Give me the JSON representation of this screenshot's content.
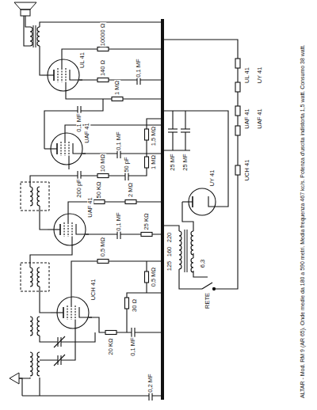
{
  "diagram": {
    "title": "ALTAR - Mod. RM 9 (AR 65). Onde medie da 180 a 590 metri. Media frequenza 467 kc/s. Potenza d'uscita indistorta 1,5 watt. Consumo 38 watt.",
    "labels": [
      "UCH 41",
      "UAF 41",
      "UAF 41",
      "UL 41",
      "UY 41",
      "0,2 MF",
      "20 KΩ",
      "0,1 MF",
      "30 Ω",
      "0,5 MΩ",
      "0,5 MΩ",
      "0,1 MF",
      "25 KΩ",
      "50 KΩ",
      "2 MΩ",
      "200 pF",
      "10 MΩ",
      "50 pF",
      "1 MΩ",
      "1,5 MΩ",
      "0,1 MF",
      "0,1 MF",
      "1 MΩ",
      "140 Ω",
      "0,1 MF",
      "10000 Ω",
      "25 MF",
      "25 MF",
      "220",
      "160",
      "125",
      "6,3",
      "RETE",
      "UL 41",
      "UY 41",
      "UAF 41",
      "UAF 41",
      "UCH 41"
    ]
  }
}
